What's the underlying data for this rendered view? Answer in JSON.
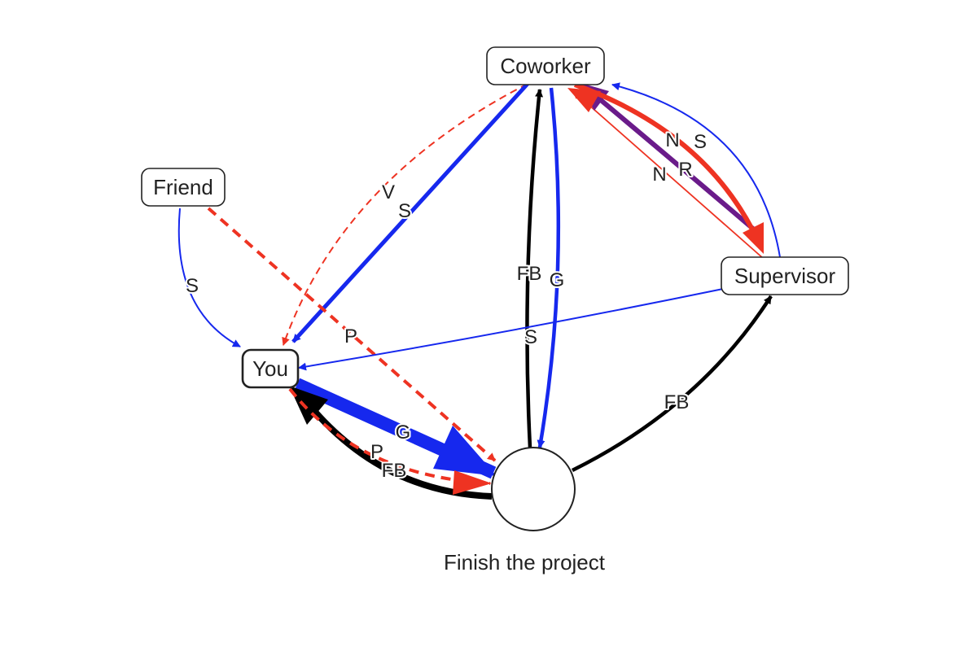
{
  "nodes": {
    "coworker": {
      "label": "Coworker"
    },
    "friend": {
      "label": "Friend"
    },
    "supervisor": {
      "label": "Supervisor"
    },
    "you": {
      "label": "You"
    },
    "project": {
      "label": "Finish the project"
    }
  },
  "colors": {
    "blue": "#1628ee",
    "red": "#ee3322",
    "black": "#000000",
    "purple": "#6a1b8a"
  },
  "edges": [
    {
      "id": "coworker-you-v",
      "from": "Coworker",
      "to": "You",
      "label": "V",
      "color": "red",
      "style": "dashed"
    },
    {
      "id": "coworker-you-s",
      "from": "Coworker",
      "to": "You",
      "label": "S",
      "color": "blue",
      "style": "solid"
    },
    {
      "id": "friend-you-s",
      "from": "Friend",
      "to": "You",
      "label": "S",
      "color": "blue",
      "style": "solid"
    },
    {
      "id": "friend-project-p",
      "from": "Friend",
      "to": "Finish the project",
      "label": "P",
      "color": "red",
      "style": "dashed"
    },
    {
      "id": "project-coworker-fb",
      "from": "Finish the project",
      "to": "Coworker",
      "label": "FB",
      "color": "black",
      "style": "solid"
    },
    {
      "id": "coworker-project-g",
      "from": "Coworker",
      "to": "Finish the project",
      "label": "G",
      "color": "blue",
      "style": "solid"
    },
    {
      "id": "supervisor-you-s",
      "from": "Supervisor",
      "to": "You",
      "label": "S",
      "color": "blue",
      "style": "solid"
    },
    {
      "id": "project-supervisor-fb",
      "from": "Finish the project",
      "to": "Supervisor",
      "label": "FB",
      "color": "black",
      "style": "solid"
    },
    {
      "id": "you-project-g",
      "from": "You",
      "to": "Finish the project",
      "label": "G",
      "color": "blue",
      "style": "solid"
    },
    {
      "id": "you-project-p",
      "from": "You",
      "to": "Finish the project",
      "label": "P",
      "color": "red",
      "style": "dashed"
    },
    {
      "id": "project-you-fb",
      "from": "Finish the project",
      "to": "You",
      "label": "FB",
      "color": "black",
      "style": "solid"
    },
    {
      "id": "coworker-supervisor-n",
      "from": "Coworker",
      "to": "Supervisor",
      "label": "N",
      "color": "red",
      "style": "solid"
    },
    {
      "id": "supervisor-coworker-s",
      "from": "Supervisor",
      "to": "Coworker",
      "label": "S",
      "color": "blue",
      "style": "solid"
    },
    {
      "id": "supervisor-coworker-n",
      "from": "Supervisor",
      "to": "Coworker",
      "label": "N",
      "color": "red",
      "style": "solid"
    },
    {
      "id": "supervisor-coworker-r",
      "from": "Supervisor",
      "to": "Coworker",
      "label": "R",
      "color": "purple",
      "style": "solid"
    }
  ]
}
